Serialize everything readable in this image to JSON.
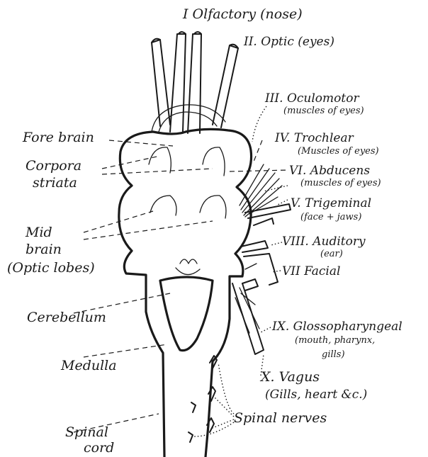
{
  "labels": {
    "olfactory": "I Olfactory (nose)",
    "optic": "II. Optic (eyes)",
    "oculomotor": "III. Oculomotor",
    "oculomotor_sub": "(muscles of eyes)",
    "trochlear": "IV. Trochlear",
    "trochlear_sub": "(Muscles of eyes)",
    "abducens": "VI. Abducens",
    "abducens_sub": "(muscles of eyes)",
    "trigeminal": "V. Trigeminal",
    "trigeminal_sub": "(face + jaws)",
    "auditory": "VIII. Auditory",
    "auditory_sub": "(ear)",
    "facial": "VII Facial",
    "glosso": "IX. Glossopharyngeal",
    "glosso_sub1": "(mouth, pharynx,",
    "glosso_sub2": "gills)",
    "vagus": "X. Vagus",
    "vagus_sub": "(Gills, heart &c.)",
    "spinal_nerves": "Spinal nerves",
    "fore_brain": "Fore brain",
    "corpora_1": "Corpora",
    "corpora_2": "striata",
    "mid_1": "Mid",
    "mid_2": "brain",
    "mid_3": "(Optic lobes)",
    "cerebellum": "Cerebellum",
    "medulla": "Medulla",
    "spinal_cord_1": "Spinal",
    "spinal_cord_2": "cord"
  }
}
